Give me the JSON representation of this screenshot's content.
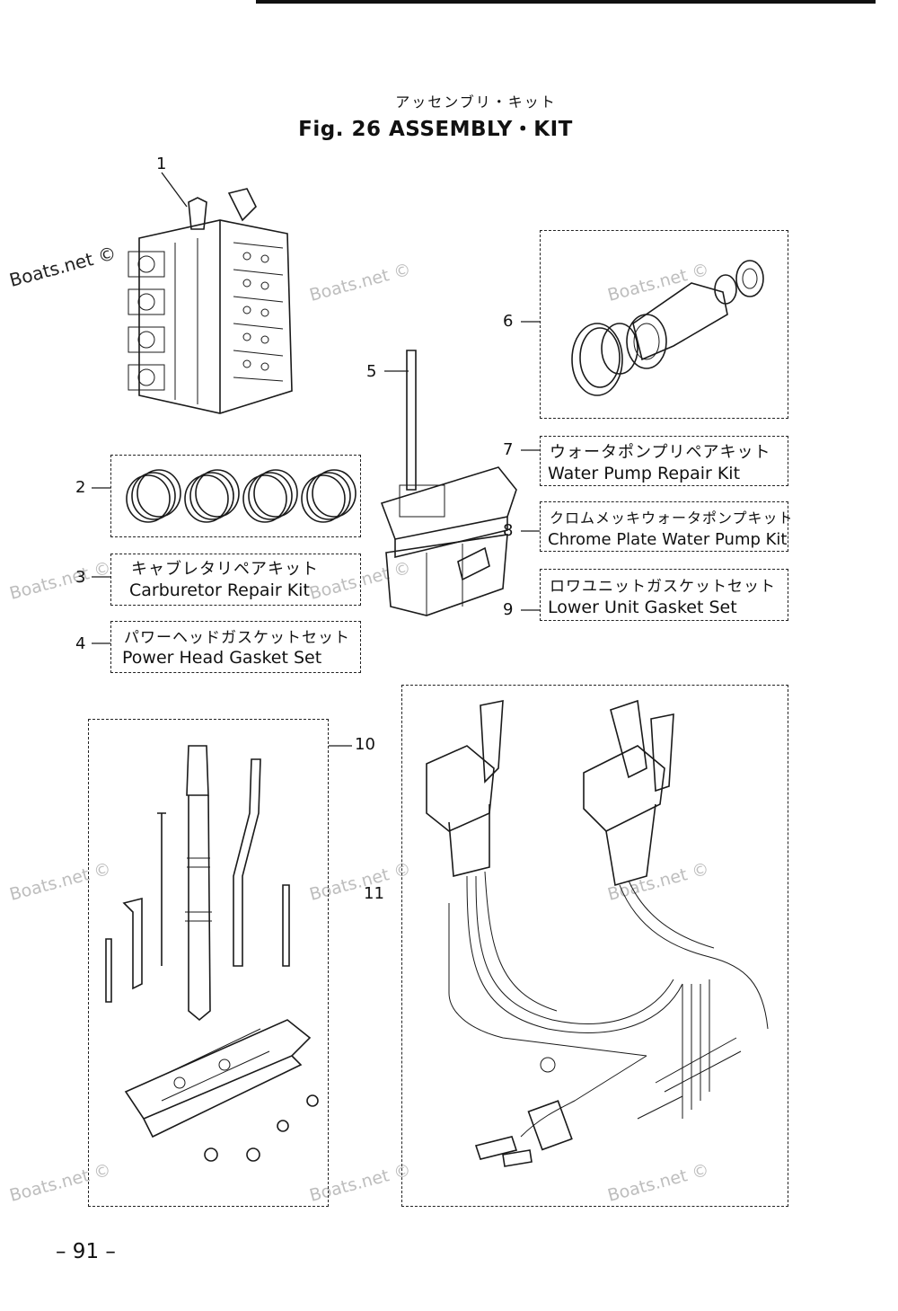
{
  "header": {
    "title_jp": "アッセンブリ・キット",
    "title": "Fig. 26   ASSEMBLY・KIT"
  },
  "callouts": {
    "c1": "1",
    "c2": "2",
    "c3": "3",
    "c4": "4",
    "c5": "5",
    "c6": "6",
    "c7": "7",
    "c8": "8",
    "c9": "9",
    "c10": "10",
    "c11": "11"
  },
  "kits": {
    "carb_jp": "キャブレタリペアキット",
    "carb_en": "Carburetor Repair Kit",
    "gasket_jp": "パワーヘッドガスケットセット",
    "gasket_en": "Power Head Gasket Set",
    "wp_jp": "ウォータポンプリペアキット",
    "wp_en": "Water Pump Repair Kit",
    "chrome_jp": "クロムメッキウォータポンプキット",
    "chrome_en": "Chrome Plate Water Pump Kit",
    "lu_jp": "ロワユニットガスケットセット",
    "lu_en": "Lower Unit Gasket Set"
  },
  "watermark": "Boats.net ©",
  "page_number": "– 91 –"
}
